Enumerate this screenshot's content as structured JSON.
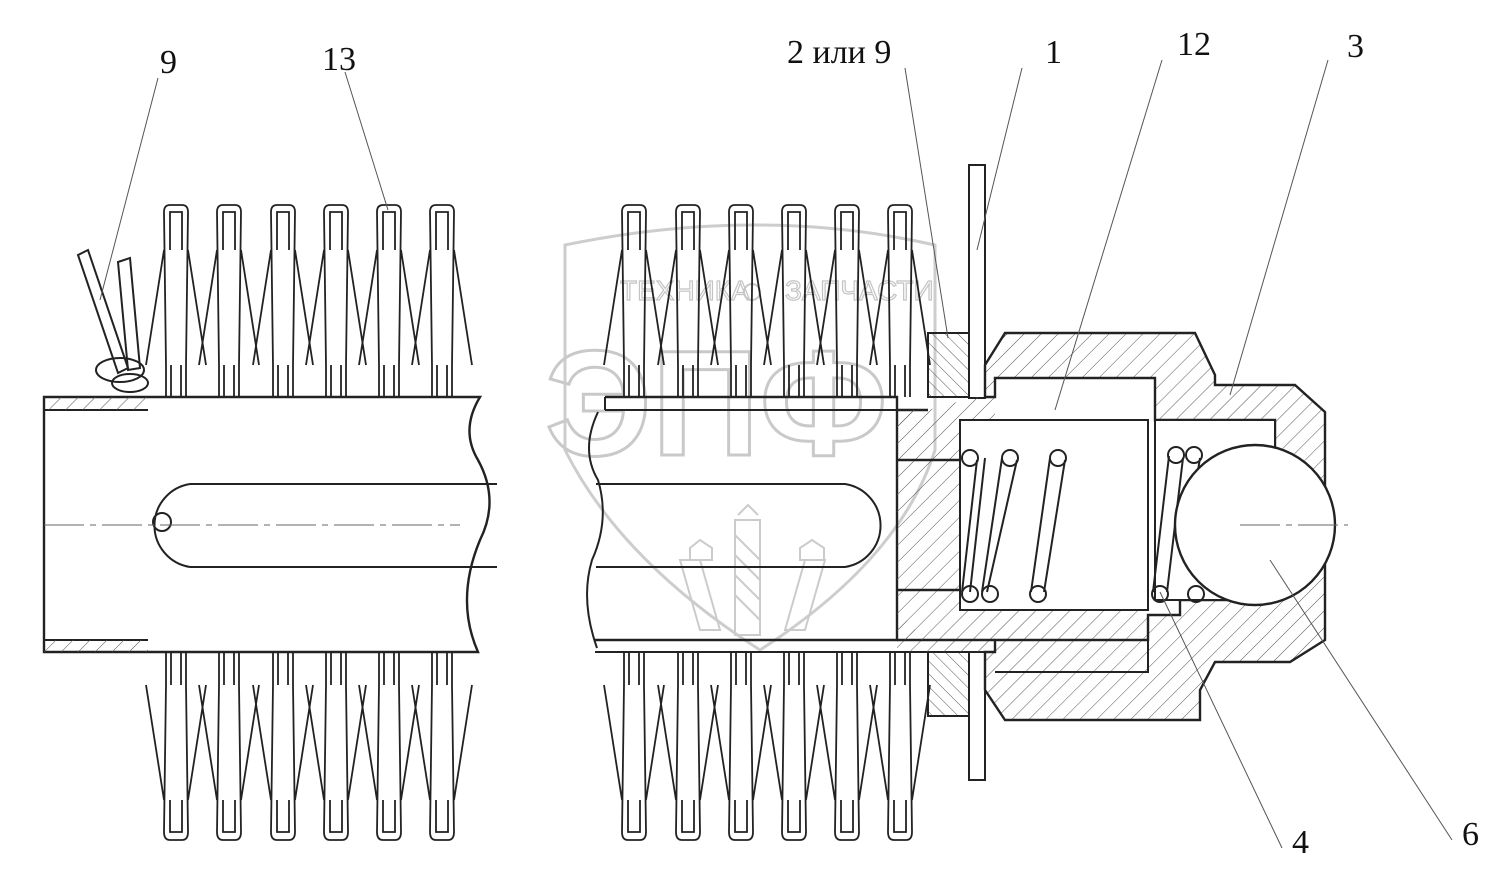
{
  "callouts": [
    {
      "id": "c9",
      "text": "9"
    },
    {
      "id": "c13",
      "text": "13"
    },
    {
      "id": "c2or9",
      "text": "2 или 9"
    },
    {
      "id": "c1",
      "text": "1"
    },
    {
      "id": "c12",
      "text": "12"
    },
    {
      "id": "c3",
      "text": "3"
    },
    {
      "id": "c4",
      "text": "4"
    },
    {
      "id": "c6",
      "text": "6"
    }
  ],
  "watermark": {
    "line1_left": "ТЕХНИКА",
    "line1_right": "ЗАПЧАСТИ",
    "logo": "ЭПФ"
  },
  "colors": {
    "line": "#222222",
    "hatch": "#555555",
    "watermark": "#c4c4c4",
    "background": "#ffffff"
  }
}
